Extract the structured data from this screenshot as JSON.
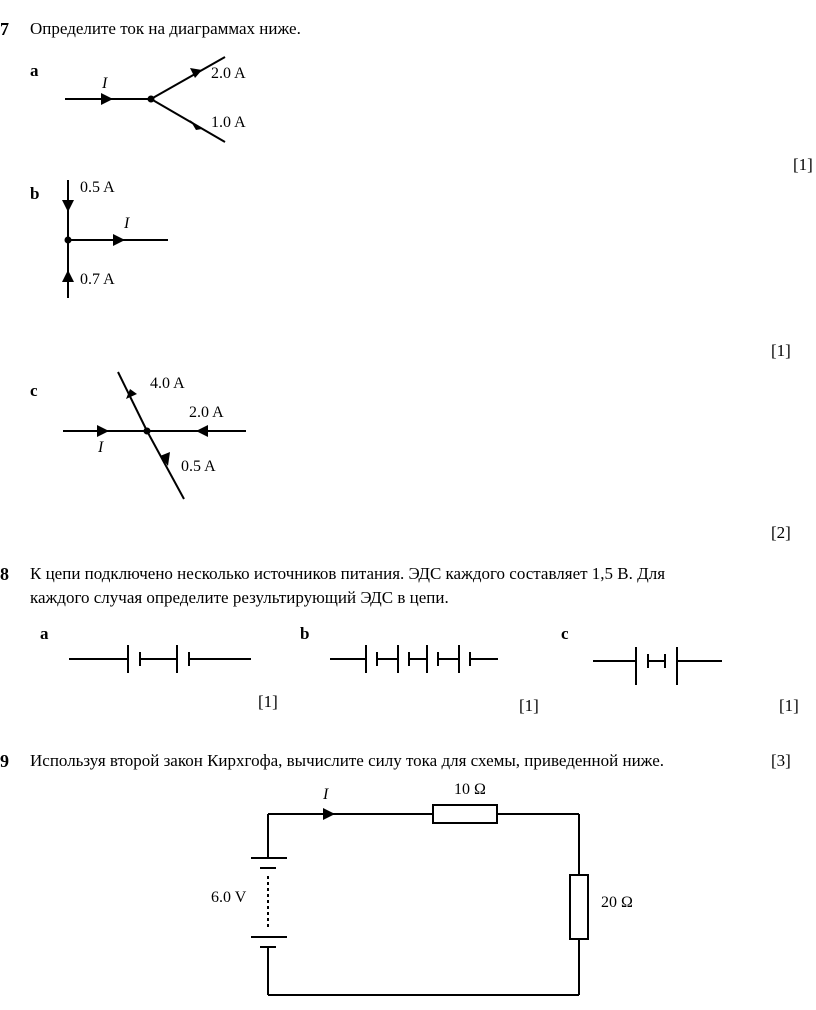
{
  "q7": {
    "number": "7",
    "text": "Определите ток на диаграммах ниже.",
    "a": {
      "letter": "a",
      "in_label": "I",
      "out_top": "2.0 A",
      "out_bottom": "1.0 A",
      "marks": "[1]"
    },
    "b": {
      "letter": "b",
      "top_label": "0.5 A",
      "right_label": "I",
      "bottom_label": "0.7 A",
      "marks": "[1]"
    },
    "c": {
      "letter": "c",
      "up_label": "4.0 A",
      "right_label": "2.0 A",
      "left_label": "I",
      "down_label": "0.5 A",
      "marks": "[2]"
    }
  },
  "q8": {
    "number": "8",
    "line1": "К цепи подключено несколько источников питания. ЭДС каждого составляет 1,5 В. Для",
    "line2": "каждого случая определите результирующий   ЭДС в цепи.",
    "a": {
      "letter": "a",
      "marks": "[1]"
    },
    "b": {
      "letter": "b",
      "marks": "[1]"
    },
    "c": {
      "letter": "c",
      "marks": "[1]"
    }
  },
  "q9": {
    "number": "9",
    "text": "Используя второй закон Кирхгофа, вычислите силу тока для схемы, приведенной ниже.",
    "marks": "[3]",
    "current_label": "I",
    "voltage_label": "6.0 V",
    "r1_label": "10 Ω",
    "r2_label": "20 Ω"
  }
}
